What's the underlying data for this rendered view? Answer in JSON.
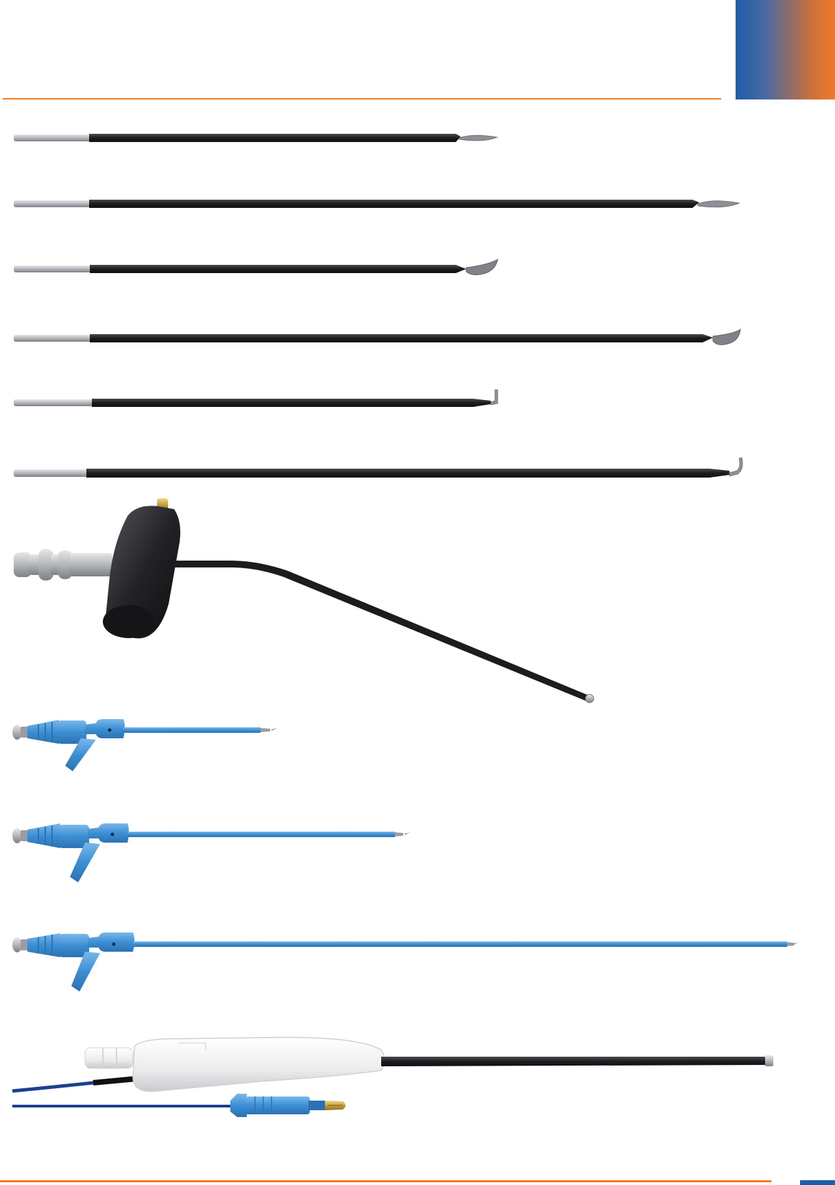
{
  "page": {
    "colors": {
      "accent_orange": "#f07a25",
      "accent_blue": "#1c5ea8",
      "shaft_black": "#1f1f22",
      "shaft_blue": "#3c8fd4",
      "metal": "#a9abb0"
    }
  },
  "instruments": [
    {
      "kind": "electrode",
      "tip": "lancet",
      "icon": "lancet-tip-electrode-icon"
    },
    {
      "kind": "electrode",
      "tip": "lancet",
      "icon": "lancet-tip-electrode-icon"
    },
    {
      "kind": "electrode",
      "tip": "spatula",
      "icon": "spatula-tip-electrode-icon"
    },
    {
      "kind": "electrode",
      "tip": "spatula",
      "icon": "spatula-tip-electrode-icon"
    },
    {
      "kind": "electrode",
      "tip": "hook",
      "icon": "hook-tip-electrode-icon"
    },
    {
      "kind": "electrode",
      "tip": "hook",
      "icon": "hook-tip-electrode-icon"
    },
    {
      "kind": "handled-electrode",
      "tip": "ball",
      "icon": "ball-tip-probe-icon"
    },
    {
      "kind": "suction-irrigation-cannula",
      "icon": "blue-cannula-icon"
    },
    {
      "kind": "suction-irrigation-cannula",
      "icon": "blue-cannula-icon"
    },
    {
      "kind": "suction-irrigation-cannula",
      "icon": "blue-cannula-icon"
    },
    {
      "kind": "suction-coagulation-handpiece",
      "icon": "white-handpiece-icon"
    }
  ]
}
